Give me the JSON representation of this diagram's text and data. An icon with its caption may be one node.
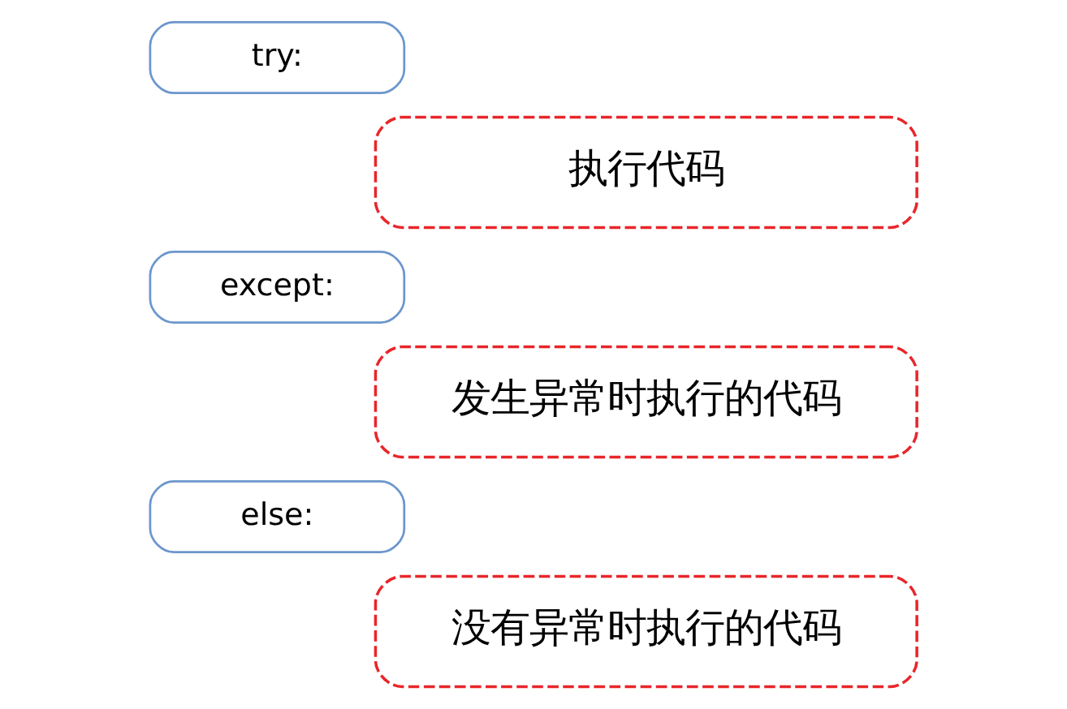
{
  "diagram": {
    "nodes": [
      {
        "text": [
          "try:"
        ]
      },
      {
        "text": [
          "执行代码"
        ]
      },
      {
        "text": [
          "except:"
        ]
      },
      {
        "text": [
          "发生异常时执行的代码"
        ]
      },
      {
        "text": [
          "else:"
        ]
      },
      {
        "text": [
          "没有异常时执行的代码"
        ]
      }
    ]
  }
}
